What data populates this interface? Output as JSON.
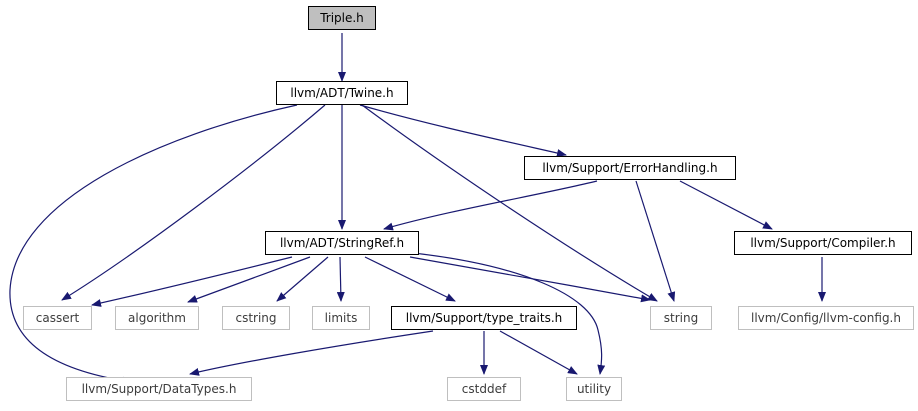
{
  "colors": {
    "edge": "#191970",
    "current_fill": "#bfbfbf",
    "node_border": "#000000",
    "external_border": "#bfbfbf"
  },
  "nodes": {
    "triple": "Triple.h",
    "twine": "llvm/ADT/Twine.h",
    "error_handling": "llvm/Support/ErrorHandling.h",
    "stringref": "llvm/ADT/StringRef.h",
    "compiler": "llvm/Support/Compiler.h",
    "cassert": "cassert",
    "algorithm": "algorithm",
    "cstring": "cstring",
    "limits": "limits",
    "type_traits": "llvm/Support/type_traits.h",
    "string": "string",
    "llvm_config": "llvm/Config/llvm-config.h",
    "datatypes": "llvm/Support/DataTypes.h",
    "cstddef": "cstddef",
    "utility": "utility"
  }
}
